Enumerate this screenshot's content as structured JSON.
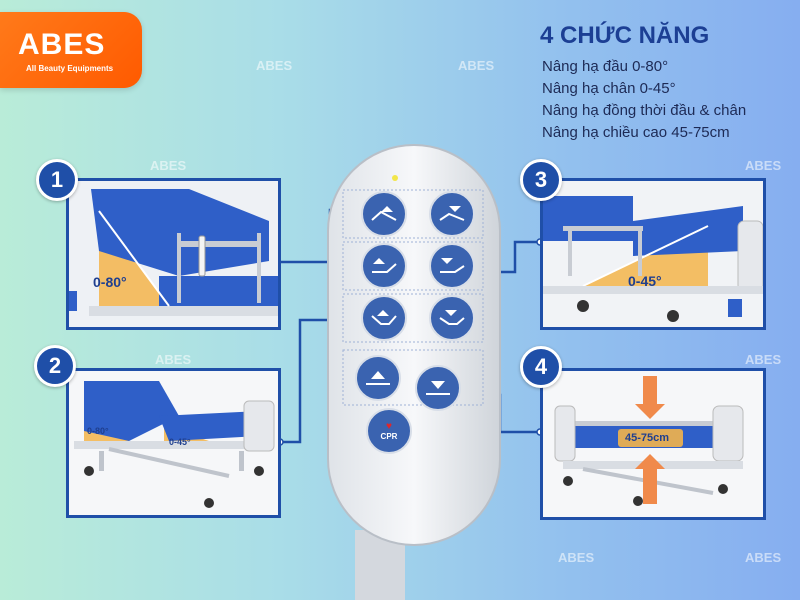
{
  "brand": {
    "name": "ABES",
    "tagline": "All Beauty Equipments",
    "watermark": "ABES"
  },
  "features": {
    "title": "4 CHỨC NĂNG",
    "items": [
      "Nâng hạ đầu 0-80°",
      "Nâng hạ chân 0-45°",
      "Nâng hạ đồng thời đầu & chân",
      "Nâng hạ chiều cao 45-75cm"
    ]
  },
  "panels": [
    {
      "number": "1",
      "label": "0-80°"
    },
    {
      "number": "2",
      "label_a": "0-80°",
      "label_b": "0-45°"
    },
    {
      "number": "3",
      "label": "0-45°"
    },
    {
      "number": "4",
      "label": "45-75cm"
    }
  ],
  "remote": {
    "cpr_label": "CPR"
  },
  "colors": {
    "accent": "#1f4fa8",
    "brand_orange": "#ff6a0d",
    "mattress": "#2f5fc8",
    "angle_fill": "#f3b44a"
  }
}
